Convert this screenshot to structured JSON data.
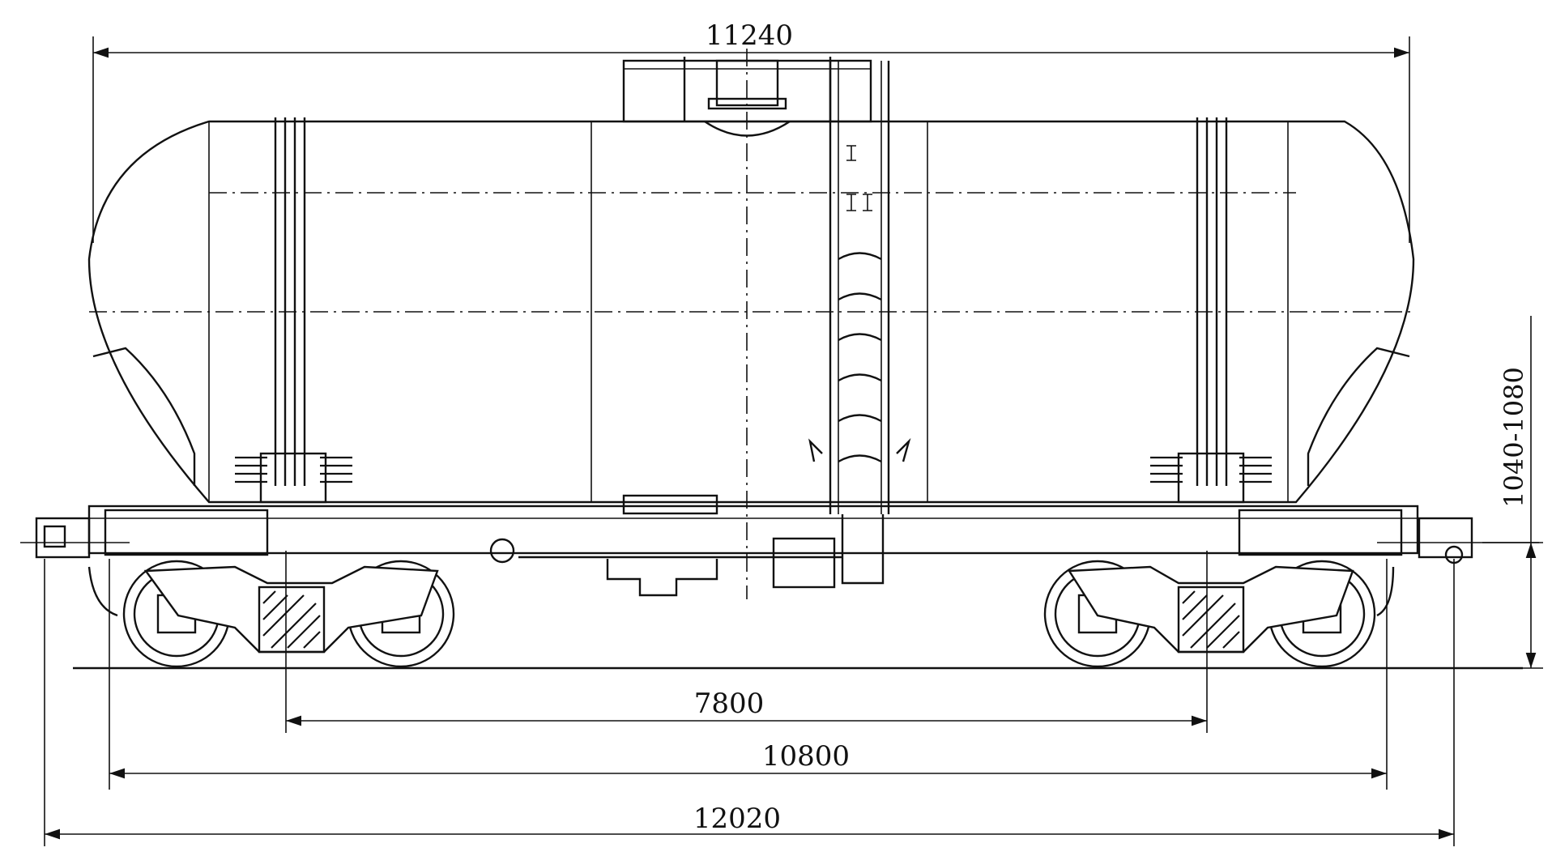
{
  "dimensions": {
    "tank_length": "11240",
    "base": "7800",
    "length_over_coupler_axes": "10800",
    "length_over_couplers": "12020",
    "coupler_height": "1040-1080"
  },
  "colors": {
    "line": "#111111",
    "background": "#ffffff"
  }
}
